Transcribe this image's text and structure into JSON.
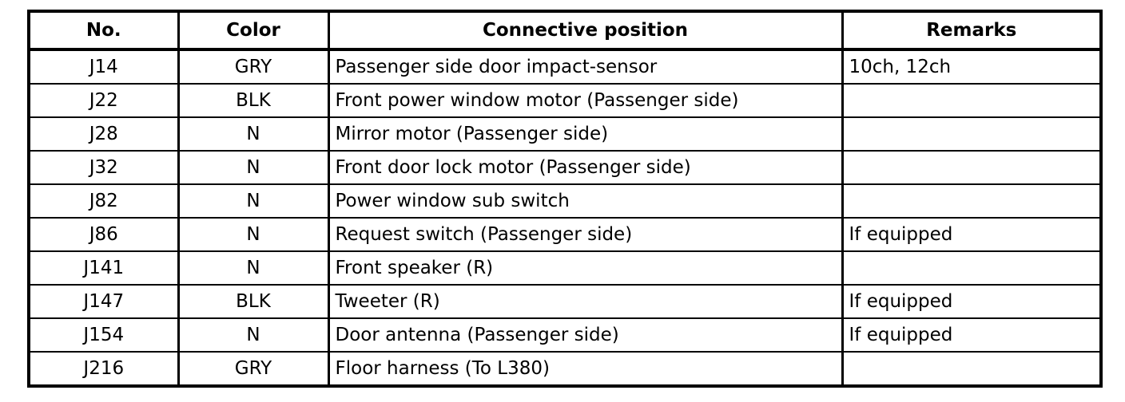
{
  "table": {
    "headers": [
      "No.",
      "Color",
      "Connective position",
      "Remarks"
    ],
    "rows": [
      {
        "no": "J14",
        "color": "GRY",
        "position": "Passenger side door impact-sensor",
        "remarks": "10ch, 12ch"
      },
      {
        "no": "J22",
        "color": "BLK",
        "position": "Front power window motor (Passenger side)",
        "remarks": ""
      },
      {
        "no": "J28",
        "color": "N",
        "position": "Mirror motor (Passenger side)",
        "remarks": ""
      },
      {
        "no": "J32",
        "color": "N",
        "position": "Front door lock motor (Passenger side)",
        "remarks": ""
      },
      {
        "no": "J82",
        "color": "N",
        "position": "Power window sub switch",
        "remarks": ""
      },
      {
        "no": "J86",
        "color": "N",
        "position": "Request switch (Passenger side)",
        "remarks": "If equipped"
      },
      {
        "no": "J141",
        "color": "N",
        "position": "Front speaker (R)",
        "remarks": ""
      },
      {
        "no": "J147",
        "color": "BLK",
        "position": "Tweeter (R)",
        "remarks": "If equipped"
      },
      {
        "no": "J154",
        "color": "N",
        "position": "Door antenna (Passenger side)",
        "remarks": "If equipped"
      },
      {
        "no": "J216",
        "color": "GRY",
        "position": "Floor harness (To L380)",
        "remarks": ""
      }
    ]
  }
}
